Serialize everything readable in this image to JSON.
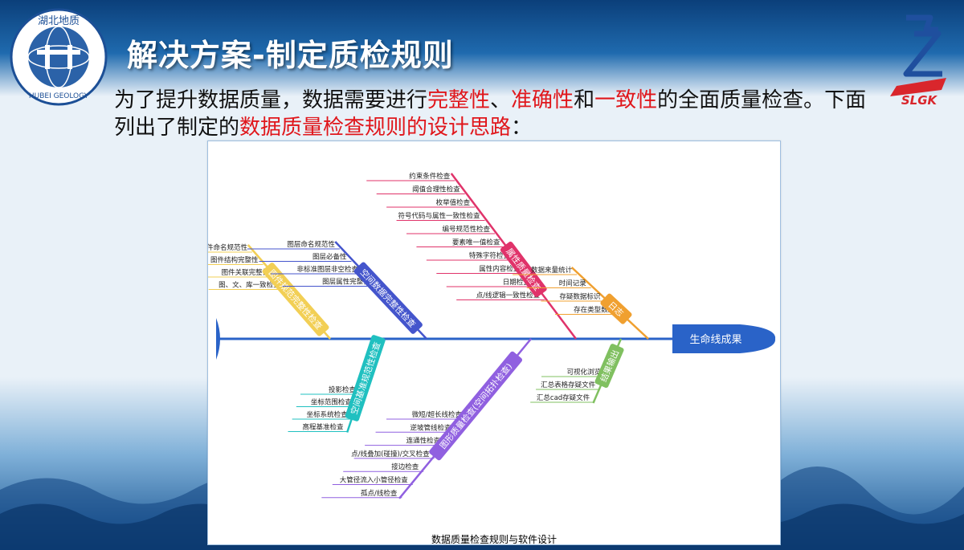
{
  "title": "解决方案-制定质检规则",
  "intro": {
    "p1": "为了提升数据质量，数据需要进行",
    "h1": "完整性",
    "p2": "、",
    "h2": "准确性",
    "p3": "和",
    "h3": "一致性",
    "p4": "的全面质量检查。下面列出了制定的",
    "h4": "数据质量检查规则的设计思路",
    "p5": "："
  },
  "logos": {
    "left_text": "湖北地质",
    "left_en": "HUBEI GEOLOGY",
    "right_text": "SLGK"
  },
  "diagram": {
    "head": "生命线成果",
    "caption": "数据质量检查规则与软件设计",
    "top_bones": [
      {
        "label": "图件规范完整性检查",
        "color": "#f2cf55",
        "items": [
          "图件命名规范性",
          "图件结构完整性",
          "图件关联完整性",
          "图、文、库一致检查"
        ]
      },
      {
        "label": "空间数据完整性检查",
        "color": "#4455cc",
        "items": [
          "图层命名规范性",
          "图层必备性",
          "非标准图层非空检查",
          "图层属性完整性"
        ]
      },
      {
        "label": "属性质量检查",
        "color": "#e0336a",
        "items": [
          "约束条件检查",
          "阈值合理性检查",
          "枚举值检查",
          "符号代码与属性一致性检查",
          "编号规范性检查",
          "要素唯一值检查",
          "特殊字符检查",
          "属性内容检查",
          "日期检查",
          "点/线逻辑一致性检查"
        ]
      },
      {
        "label": "日志",
        "color": "#f0a030",
        "items": [
          "数据来量统计",
          "时间记录",
          "存疑数据标识",
          "存在类型数量"
        ]
      }
    ],
    "bottom_bones": [
      {
        "label": "空间基准规范性检查",
        "color": "#20c0c0",
        "items": [
          "投影检查",
          "坐标范围检查",
          "坐标系统检查",
          "高程基准检查"
        ]
      },
      {
        "label": "图形质量检查(空间拓扑检查)",
        "color": "#9060e0",
        "items": [
          "微短/超长线检查",
          "逆坡管线检查",
          "连通性检查",
          "点/线叠加(碰撞)/交叉检查",
          "接边检查",
          "大管径流入小管径检查",
          "孤点/线检查"
        ]
      },
      {
        "label": "结果输出",
        "color": "#80c060",
        "items": [
          "可视化浏览",
          "汇总表格存疑文件",
          "汇总cad存疑文件"
        ]
      }
    ]
  }
}
